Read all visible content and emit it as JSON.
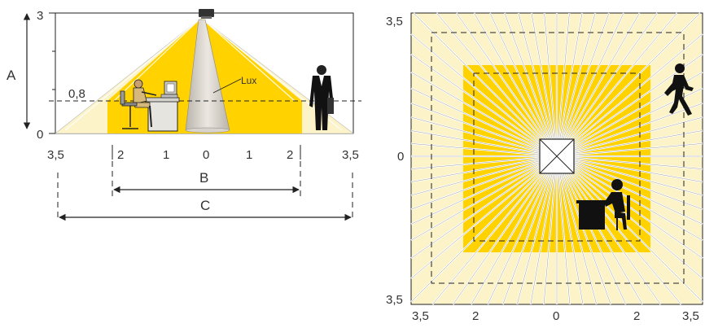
{
  "side_view": {
    "height_top": "3",
    "height_bottom": "0",
    "dimension_a": "A",
    "work_height": "0,8",
    "lux_label": "Lux",
    "x_ticks": [
      "3,5",
      "2",
      "1",
      "0",
      "1",
      "2",
      "3,5"
    ],
    "dimension_b": "B",
    "dimension_c": "C"
  },
  "plan_view": {
    "y_tick_top": "3,5",
    "y_tick_mid": "0",
    "y_tick_bottom": "3,5",
    "x_ticks": [
      "3,5",
      "2",
      "0",
      "2",
      "3,5"
    ]
  },
  "colors": {
    "outer_zone": "#fcf3c8",
    "inner_zone": "#ffd200",
    "cone": "#cfc9c0",
    "stroke": "#222222"
  }
}
